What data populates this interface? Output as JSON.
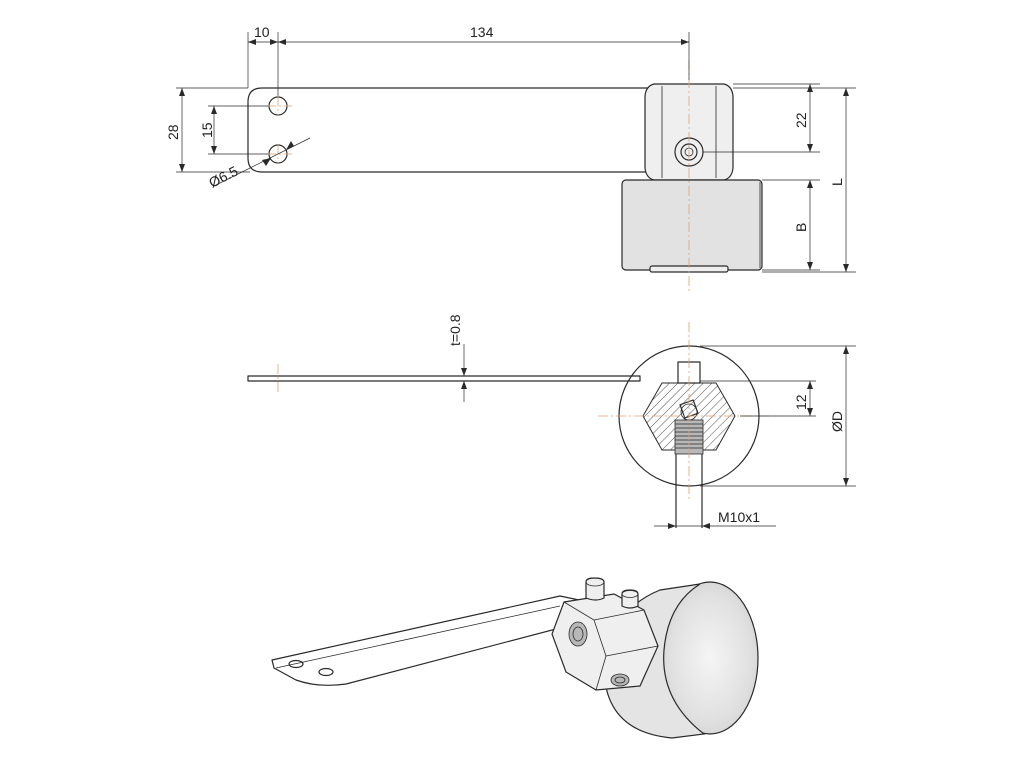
{
  "dimensions": {
    "offset": "10",
    "length": "134",
    "height": "28",
    "hole_spacing": "15",
    "hole_diameter": "Ø6.5",
    "hex_offset": "22",
    "roller_width": "B",
    "total_length": "L",
    "thickness": "t=0.8",
    "center_height": "12",
    "roller_diameter": "ØD",
    "thread": "M10x1"
  },
  "colors": {
    "line": "#2a2a2a",
    "centerline": "#e0a070",
    "shading": "#e2e2e2"
  }
}
